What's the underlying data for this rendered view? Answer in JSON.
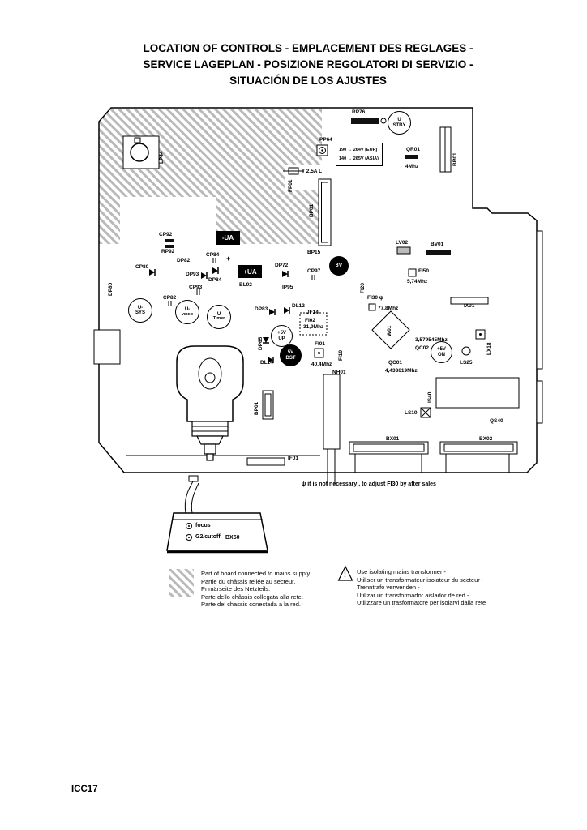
{
  "title": {
    "line1": "LOCATION OF CONTROLS - EMPLACEMENT DES REGLAGES -",
    "line2": "SERVICE LAGEPLAN - POSIZIONE REGOLATORI DI SERVIZIO -",
    "line3": "SITUACIÓN DE LOS AJUSTES"
  },
  "page_code": "ICC17",
  "note": "ψ it is not necessary , to adjust FI30 by after sales",
  "warning_mark": "!",
  "voltage": {
    "rows": [
      "190 →  264V (EUR)",
      "140 →  265V (ASIA)"
    ]
  },
  "components": {
    "rp76": "RP76",
    "pp64": "PP64",
    "qr01": "QR01",
    "qr01_freq": "4Mhz",
    "br01": "BR01",
    "fuse": "T 2.5A L",
    "fp01": "FP01",
    "bp01_top": "BP01",
    "lp44": "LP44",
    "cp92": "CP92",
    "rp92": "RP92",
    "dp82": "DP82",
    "minus_ua": "-UA",
    "cp84": "CP84",
    "plus_sign": "+",
    "bp15": "BP15",
    "cp80": "CP80",
    "dp93": "DP93",
    "dp84": "DP84",
    "cp93": "CP93",
    "plus_ua": "+UA",
    "bl02": "BL02",
    "dp72": "DP72",
    "ip95": "IP95",
    "cp97": "CP97",
    "dp80": "DP80",
    "cp82": "CP82",
    "dp83": "DP83",
    "dl12": "DL12",
    "jf14": "JF14",
    "fi02": "FI02",
    "fi02_freq": "31,9Mhz",
    "dp65": "DP65",
    "dl14": "DL14",
    "fi01": "FI01",
    "fi01_freq": "40,4Mhz",
    "fi10": "FI10",
    "nh01": "NH01",
    "lv02": "LV02",
    "bv01": "BV01",
    "fi50": "FI50",
    "fi50_freq": "5,74Mhz",
    "fi20": "FI20",
    "fi30": "FI30 ψ",
    "fi30_freq": "77,8Mhz",
    "ix01": "IX01",
    "w01": "W01",
    "qc02_freq": "3,579545Mhz",
    "qc02": "QC02",
    "lx18": "LX18",
    "ls25": "LS25",
    "qc01": "QC01",
    "qc01_freq": "4,433619Mhz",
    "is40": "IS40",
    "ls10": "LS10",
    "qs40": "QS40",
    "bx01": "BX01",
    "bx02": "BX02",
    "bp01_left": "BP01",
    "if01": "IF01"
  },
  "circles": {
    "u_stby": {
      "l1": "U",
      "l2": "STBY"
    },
    "v8": {
      "l1": "8V"
    },
    "u_sys": {
      "l1": "U-",
      "l2": "SYS"
    },
    "u_video": {
      "l1": "U-",
      "l2": "VIDEO"
    },
    "u_timer": {
      "l1": "U",
      "l2": "Timer"
    },
    "p5v_up": {
      "l1": "+5V",
      "l2": "UP"
    },
    "v5_dst": {
      "l1": "5V",
      "l2": "DST"
    },
    "p5v_on": {
      "l1": "+5V",
      "l2": "ON"
    }
  },
  "neck_board": {
    "focus": "focus",
    "g2": "G2/cutoff",
    "bx50": "BX50"
  },
  "legend": {
    "mains": [
      "Part of board connected to mains supply.",
      "Partie du châssis reliée au secteur.",
      "Primärseite des Netzteils.",
      "Parte dello châssis collegata alla rete.",
      "Parte del chassis conectada a la red."
    ],
    "transformer": [
      "Use isolating mains transformer -",
      "Utiliser un transformateur isolateur du secteur -",
      "Trenntrafo verwenden -",
      "Utilizar un transformador aislador de red -",
      "Utilizzare un trasformatore per isolarvi dalla rete"
    ]
  }
}
